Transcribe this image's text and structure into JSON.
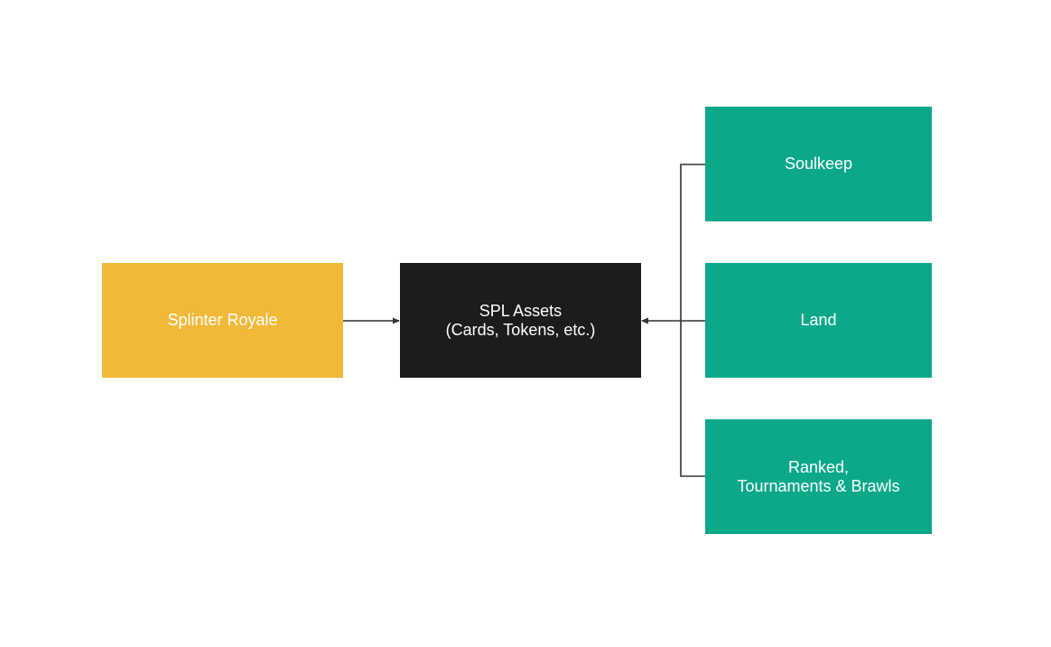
{
  "diagram": {
    "nodes": {
      "royale": {
        "label": "Splinter Royale",
        "color": "#F2B838"
      },
      "assets": {
        "label_line1": "SPL Assets",
        "label_line2": "(Cards, Tokens, etc.)",
        "color": "#1C1C1C"
      },
      "soulkeep": {
        "label": "Soulkeep",
        "color": "#0BA88A"
      },
      "land": {
        "label": "Land",
        "color": "#0BA88A"
      },
      "ranked": {
        "label_line1": "Ranked,",
        "label_line2": "Tournaments & Brawls",
        "color": "#0BA88A"
      }
    },
    "edges": [
      {
        "from": "Splinter Royale",
        "to": "SPL Assets"
      },
      {
        "from": "Soulkeep",
        "to": "SPL Assets"
      },
      {
        "from": "Land",
        "to": "SPL Assets"
      },
      {
        "from": "Ranked, Tournaments & Brawls",
        "to": "SPL Assets"
      }
    ],
    "edge_color": "#333333"
  }
}
